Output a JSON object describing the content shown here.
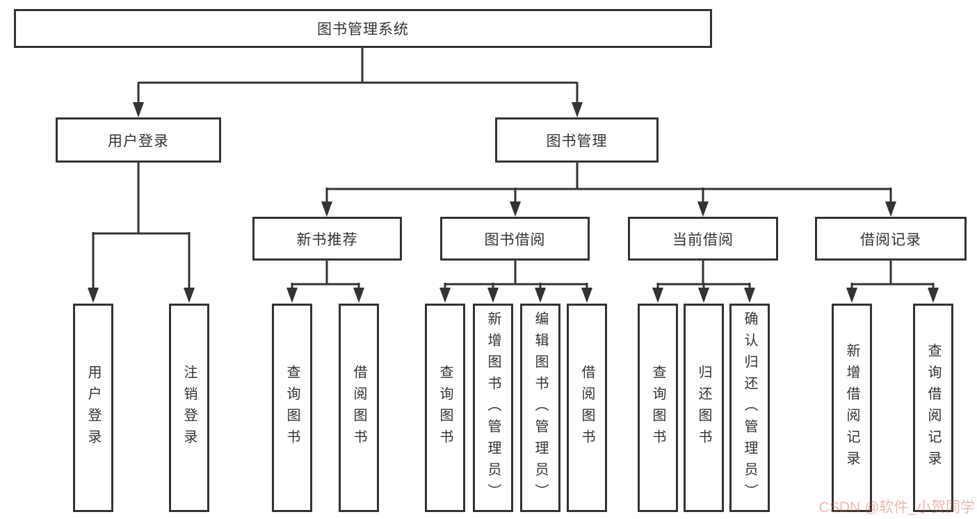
{
  "tree": {
    "label": "图书管理系统",
    "children": [
      {
        "label": "用户登录",
        "children": [
          {
            "label": "用户登录"
          },
          {
            "label": "注销登录"
          }
        ]
      },
      {
        "label": "图书管理",
        "children": [
          {
            "label": "新书推荐",
            "children": [
              {
                "label": "查询图书"
              },
              {
                "label": "借阅图书"
              }
            ]
          },
          {
            "label": "图书借阅",
            "children": [
              {
                "label": "查询图书"
              },
              {
                "label": "新增图书（管理员）"
              },
              {
                "label": "编辑图书（管理员）"
              },
              {
                "label": "借阅图书"
              }
            ]
          },
          {
            "label": "当前借阅",
            "children": [
              {
                "label": "查询图书"
              },
              {
                "label": "归还图书"
              },
              {
                "label": "确认归还（管理员）"
              }
            ]
          },
          {
            "label": "借阅记录",
            "children": [
              {
                "label": "新增借阅记录"
              },
              {
                "label": "查询借阅记录"
              }
            ]
          }
        ]
      }
    ]
  },
  "watermark": {
    "text": "CSDN @软件_小贺同学",
    "color": "#E9B0A8"
  },
  "colors": {
    "line": "#333333",
    "text": "#333333",
    "background": "#FFFFFF"
  }
}
